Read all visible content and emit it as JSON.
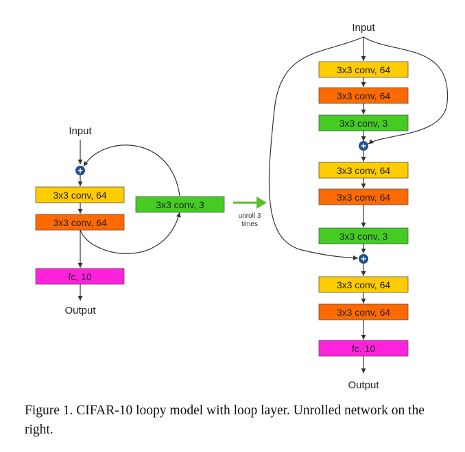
{
  "colors": {
    "yellow": "#FFCC00",
    "orange": "#FF6A00",
    "green": "#44CC22",
    "magenta": "#FF22DD",
    "plus_node": "#1E4F8F",
    "arrow_green": "#55C02A",
    "line": "#333333"
  },
  "left": {
    "input_label": "Input",
    "conv1_label": "3x3 conv, 64",
    "conv2_label": "3x3 conv, 64",
    "loop_label": "3x3 conv, 3",
    "fc_label": "fc, 10",
    "output_label": "Output"
  },
  "arrow": {
    "line1": "unroll 3",
    "line2": "times"
  },
  "right": {
    "input_label": "Input",
    "b1_label": "3x3 conv, 64",
    "b2_label": "3x3 conv, 64",
    "b3_label": "3x3 conv, 3",
    "b4_label": "3x3 conv, 64",
    "b5_label": "3x3 conv, 64",
    "b6_label": "3x3 conv, 3",
    "b7_label": "3x3 conv, 64",
    "b8_label": "3x3 conv, 64",
    "fc_label": "fc. 10",
    "output_label": "Output"
  },
  "caption": "Figure 1. CIFAR-10 loopy model with loop layer. Unrolled network on the right."
}
